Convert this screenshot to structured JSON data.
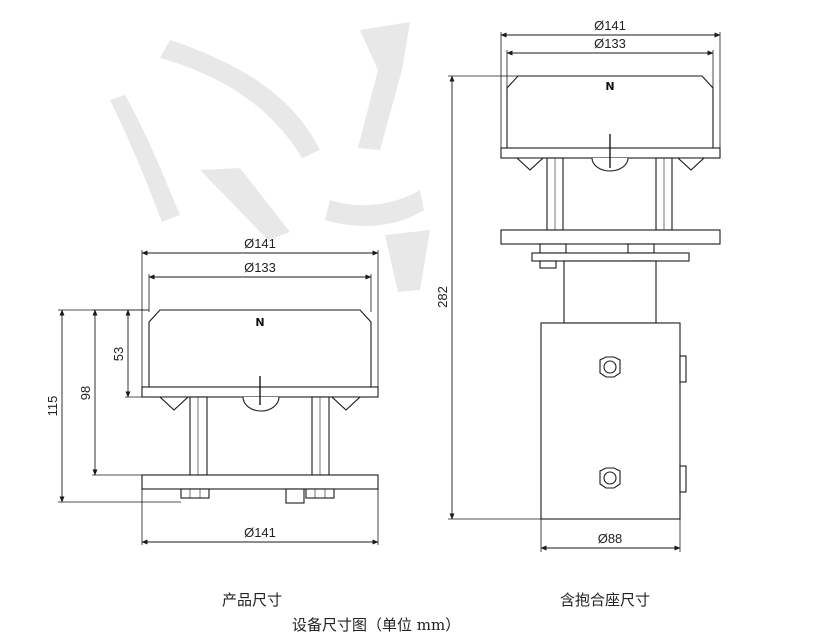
{
  "left_drawing": {
    "caption": "产品尺寸",
    "north_mark": "N",
    "dim_top_outer": "Ø141",
    "dim_top_inner": "Ø133",
    "dim_bottom": "Ø141",
    "dim_height_total": "115",
    "dim_height_mid": "98",
    "dim_height_cap": "53"
  },
  "right_drawing": {
    "caption": "含抱合座尺寸",
    "north_mark": "N",
    "dim_top_outer": "Ø141",
    "dim_top_inner": "Ø133",
    "dim_bottom": "Ø88",
    "dim_height_total": "282"
  },
  "figure_caption": "设备尺寸图（单位 mm）",
  "colors": {
    "line": "#1a1a1a",
    "watermark": "#e6e6e6"
  }
}
